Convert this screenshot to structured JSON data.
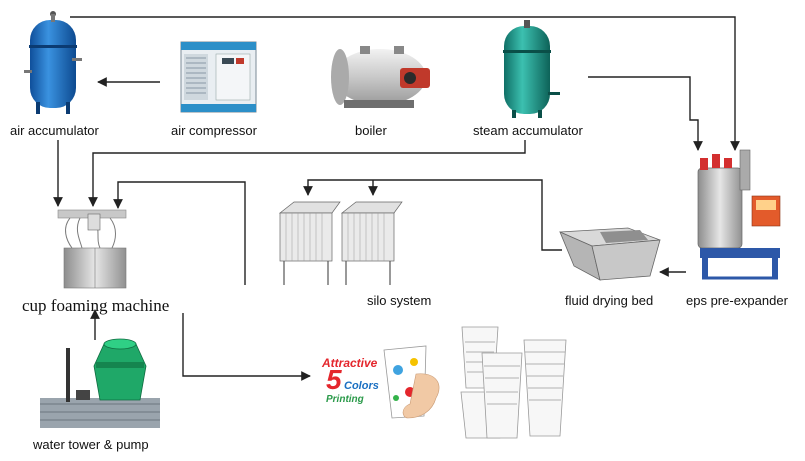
{
  "labels": {
    "air_accumulator": "air accumulator",
    "air_compressor": "air compressor",
    "boiler": "boiler",
    "steam_accumulator": "steam accumulator",
    "cup_foaming_machine": "cup foaming machine",
    "silo_system": "silo system",
    "fluid_drying_bed": "fluid drying bed",
    "eps_pre_expander": "eps pre-expander",
    "water_tower_pump": "water tower & pump"
  },
  "cup_print": {
    "line1": "Attractive",
    "line2": "5",
    "line3": "Colors",
    "line4": "Printing"
  },
  "colors": {
    "tank_blue": "#1b74c8",
    "tank_teal": "#1a9a8c",
    "arrow": "#222222",
    "steel": "#b8b8b8",
    "compressor": "#3aa7d6",
    "cooling_tower": "#1fa868",
    "brand_red": "#e4262c"
  }
}
